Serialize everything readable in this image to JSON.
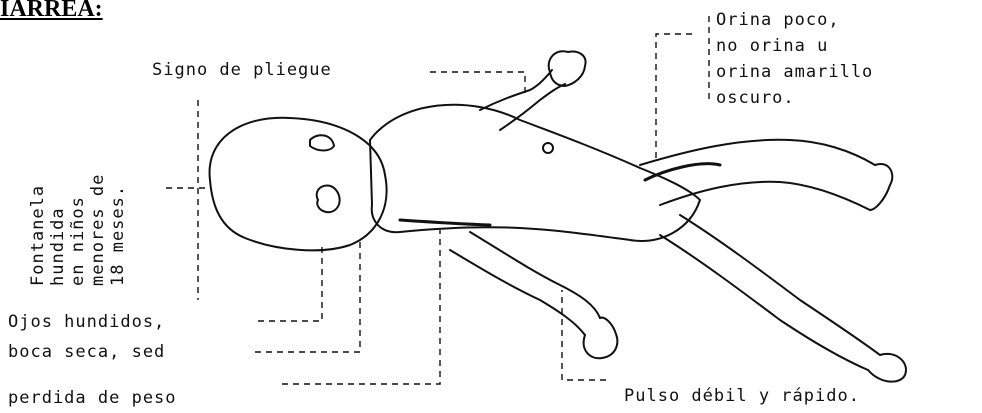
{
  "title": "IARREA:",
  "labels": {
    "signo_pliegue": "Signo de pliegue",
    "orina": [
      "Orina poco,",
      "no orina u",
      "orina amarillo",
      "oscuro."
    ],
    "fontanela": [
      "Fontanela",
      "hundida",
      "en niños",
      "menores de",
      "18 meses."
    ],
    "ojos": "Ojos hundidos,",
    "boca": "boca seca, sed",
    "perdida": "perdida de peso",
    "pulso": "Pulso débil y rápido."
  }
}
